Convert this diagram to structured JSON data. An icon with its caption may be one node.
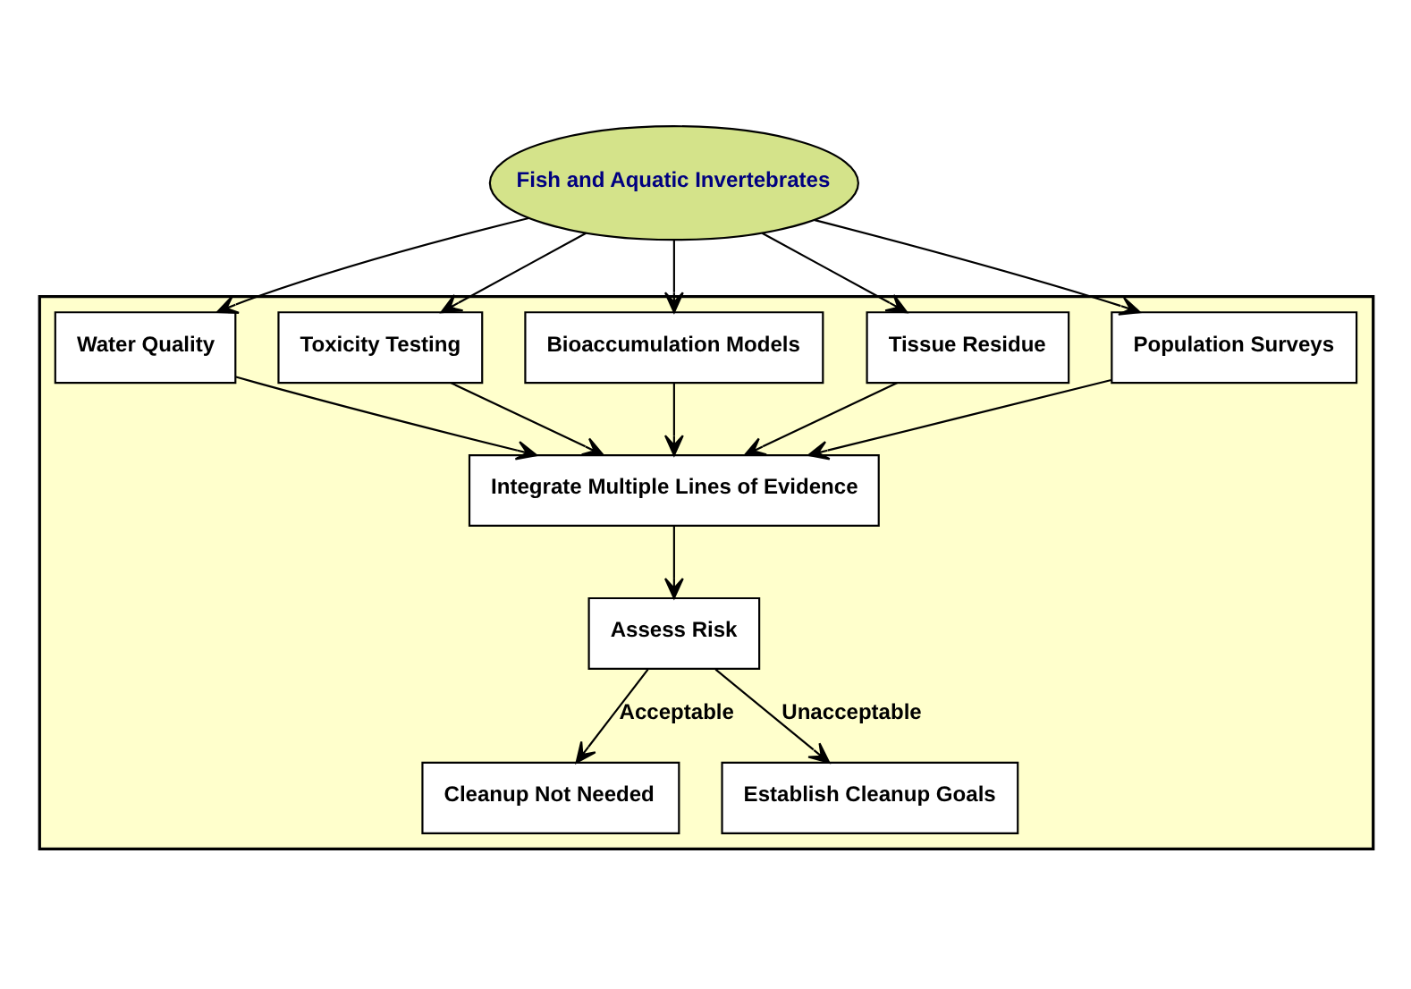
{
  "diagram": {
    "nodes": [
      {
        "text": [
          "Fish and Aquatic Invertebrates"
        ]
      },
      {
        "text": [],
        "shape": "box"
      },
      {
        "text": [
          "Water Quality"
        ],
        "in": 1
      },
      {
        "text": [
          "Toxicity Testing"
        ],
        "in": 1
      },
      {
        "text": [
          "Bioaccumulation Models"
        ],
        "in": 1
      },
      {
        "text": [
          "Tissue Residue"
        ],
        "in": 1
      },
      {
        "text": [
          "Population Surveys"
        ],
        "in": 1
      },
      {
        "text": [
          "Integrate Multiple Lines of Evidence"
        ],
        "in": 1
      },
      {
        "text": [
          "Assess Risk"
        ],
        "in": 1
      },
      {
        "text": [
          "Cleanup Not Needed"
        ],
        "in": 1
      },
      {
        "text": [
          "Establish Cleanup Goals"
        ],
        "in": 1
      }
    ],
    "edges": [
      {
        "from": 0,
        "to": 2,
        "arrow": "to"
      },
      {
        "from": 0,
        "to": 3,
        "arrow": "to"
      },
      {
        "from": 0,
        "to": 4,
        "arrow": "to"
      },
      {
        "from": 0,
        "to": 5,
        "arrow": "to"
      },
      {
        "from": 0,
        "to": 6,
        "arrow": "to"
      },
      {
        "from": 2,
        "to": 7,
        "arrow": "to"
      },
      {
        "from": 3,
        "to": 7,
        "arrow": "to"
      },
      {
        "from": 4,
        "to": 7,
        "arrow": "to"
      },
      {
        "from": 5,
        "to": 7,
        "arrow": "to"
      },
      {
        "from": 6,
        "to": 7,
        "arrow": "to"
      },
      {
        "from": 7,
        "to": 8,
        "arrow": "to"
      },
      {
        "from": 8,
        "to": 9,
        "label": "Acceptable",
        "arrow": "to"
      },
      {
        "from": 8,
        "to": 10,
        "label": "Unacceptable",
        "arrow": "to"
      }
    ]
  }
}
